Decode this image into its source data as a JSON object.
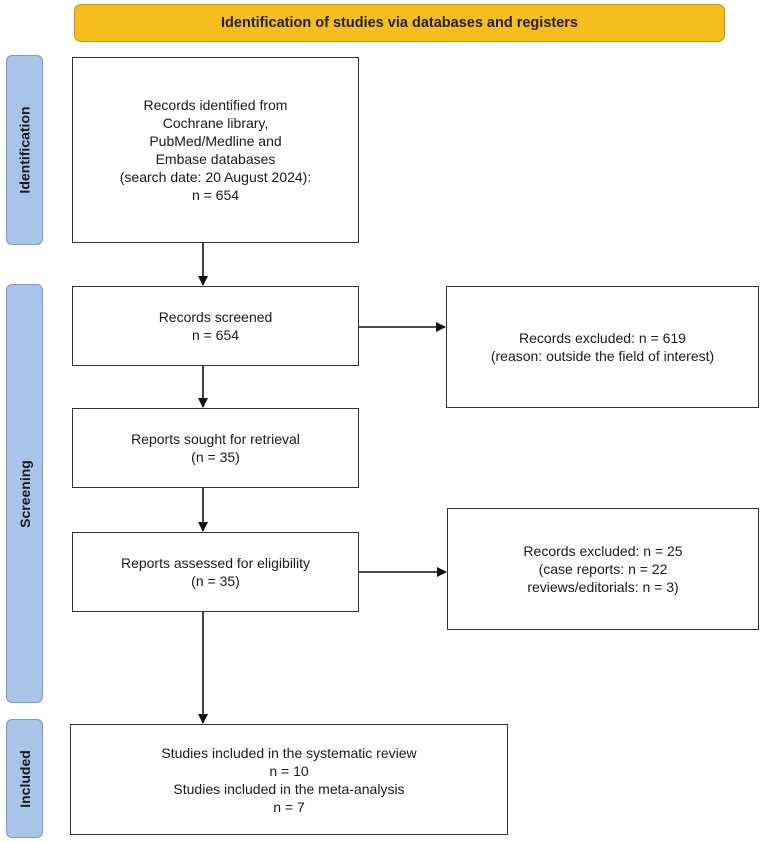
{
  "header": {
    "title": "Identification of studies via databases and registers"
  },
  "phases": {
    "identification": "Identification",
    "screening": "Screening",
    "included": "Included"
  },
  "boxes": {
    "identified": {
      "lines": [
        "Records identified from",
        "Cochrane library,",
        "PubMed/Medline and",
        "Embase databases",
        "(search date: 20 August 2024):",
        "n = 654"
      ]
    },
    "screened": {
      "lines": [
        "Records screened",
        "n = 654"
      ]
    },
    "excluded_1": {
      "lines": [
        "Records excluded: n = 619",
        "(reason: outside the field of interest)"
      ]
    },
    "sought": {
      "lines": [
        "Reports sought for retrieval",
        "(n = 35)"
      ]
    },
    "assessed": {
      "lines": [
        "Reports assessed for eligibility",
        "(n = 35)"
      ]
    },
    "excluded_2": {
      "lines": [
        "Records excluded: n = 25",
        "(case reports: n = 22",
        "reviews/editorials: n = 3)"
      ]
    },
    "included": {
      "lines": [
        "Studies included in the systematic review",
        "n = 10",
        "Studies included in the meta-analysis",
        "n = 7"
      ]
    }
  },
  "colors": {
    "header_fill": "#f5bd1e",
    "phase_fill": "#a9c4e8",
    "box_border": "#333333",
    "arrow": "#111111"
  }
}
